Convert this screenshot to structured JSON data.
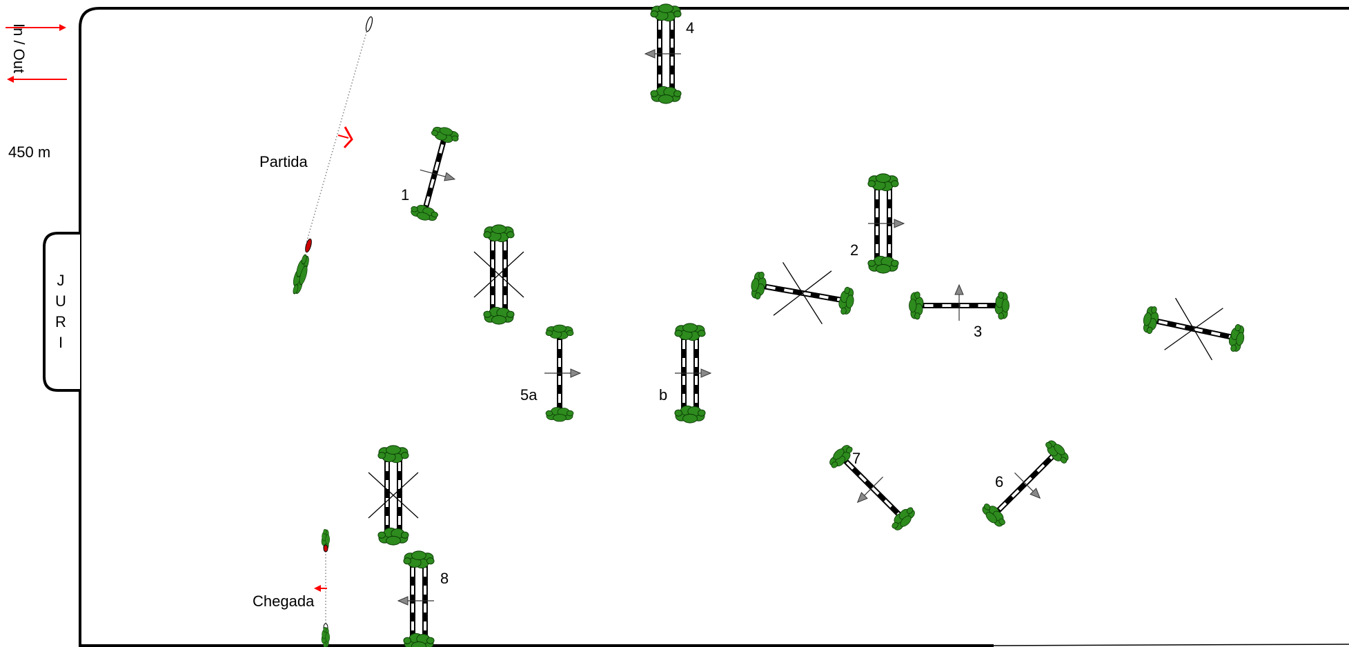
{
  "inout_label": "In / Out",
  "length_label": "450 m",
  "juri_letters": [
    "J",
    "U",
    "R",
    "I"
  ],
  "start_label": "Partida",
  "finish_label": "Chegada",
  "fence_labels": {
    "f1": "1",
    "f2": "2",
    "f3": "3",
    "f4": "4",
    "f5a": "5a",
    "f5b": "b",
    "f6": "6",
    "f7": "7",
    "f8": "8"
  },
  "colors": {
    "arena_border": "#000000",
    "bush_fill": "#2e8b1e",
    "direction_arrow": "#ff0000",
    "jump_arrow": "#808080"
  }
}
